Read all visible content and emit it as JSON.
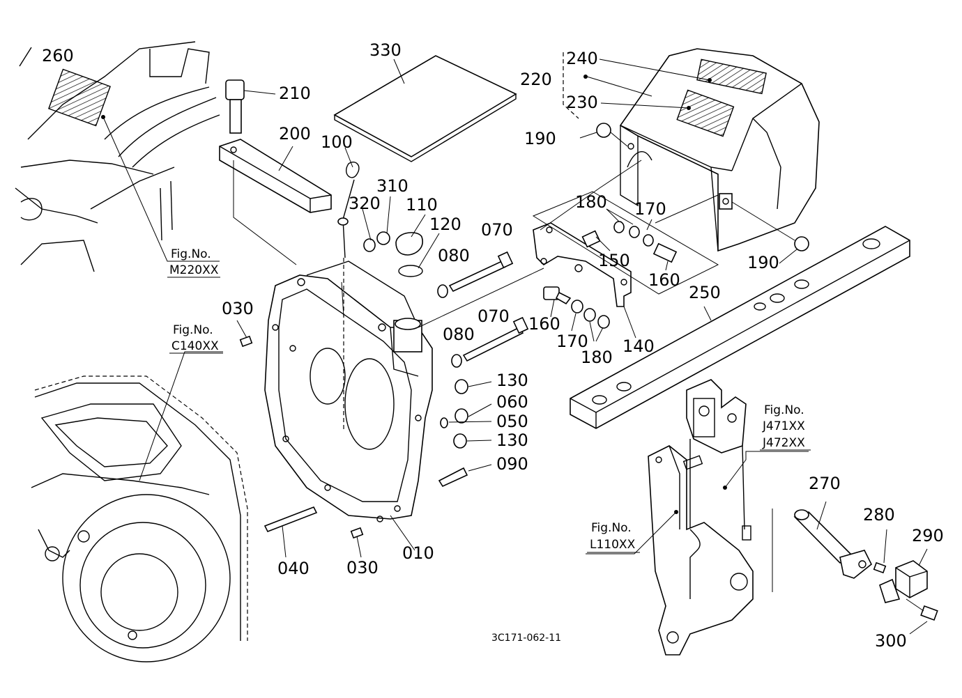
{
  "diagram_code": "3C171-062-11",
  "callouts": {
    "c010": "010",
    "c030a": "030",
    "c030b": "030",
    "c040": "040",
    "c050": "050",
    "c060": "060",
    "c070a": "070",
    "c070b": "070",
    "c080a": "080",
    "c080b": "080",
    "c090": "090",
    "c100": "100",
    "c110": "110",
    "c120": "120",
    "c130a": "130",
    "c130b": "130",
    "c140": "140",
    "c150": "150",
    "c160a": "160",
    "c160b": "160",
    "c170a": "170",
    "c170b": "170",
    "c180a": "180",
    "c180b": "180",
    "c190a": "190",
    "c190b": "190",
    "c200": "200",
    "c210": "210",
    "c220": "220",
    "c230": "230",
    "c240": "240",
    "c250": "250",
    "c260": "260",
    "c270": "270",
    "c280": "280",
    "c290": "290",
    "c300": "300",
    "c310": "310",
    "c320": "320",
    "c330": "330"
  },
  "fig_refs": {
    "m220": {
      "label": "Fig.No.",
      "code": "M220XX"
    },
    "c140": {
      "label": "Fig.No.",
      "code": "C140XX"
    },
    "j47x": {
      "label": "Fig.No.",
      "code1": "J471XX",
      "code2": "J472XX"
    },
    "l110": {
      "label": "Fig.No.",
      "code": "L110XX"
    }
  }
}
